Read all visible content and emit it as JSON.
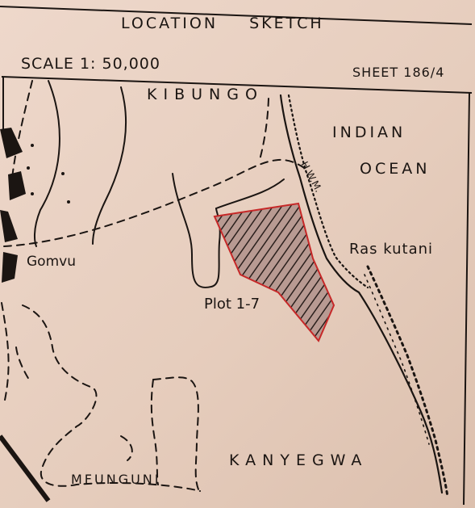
{
  "header": {
    "title": "LOCATION SKETCH",
    "scale": "SCALE 1: 50,000",
    "sheet": "SHEET 186/4"
  },
  "places": {
    "kibungo": "KIBUNGO",
    "indian": "INDIAN",
    "ocean": "OCEAN",
    "hwm": "H.W.M.",
    "ras_kutani": "Ras kutani",
    "gomvu": "Gomvu",
    "plot": "Plot 1-7",
    "kanyegwa": "KANYEGWA",
    "mfunguni": "MFUNGUNI"
  },
  "colors": {
    "paper": "#e9d2c4",
    "ink": "#1b1512",
    "plot_outline": "#c62828",
    "plot_hatch": "#2a1f1c"
  }
}
